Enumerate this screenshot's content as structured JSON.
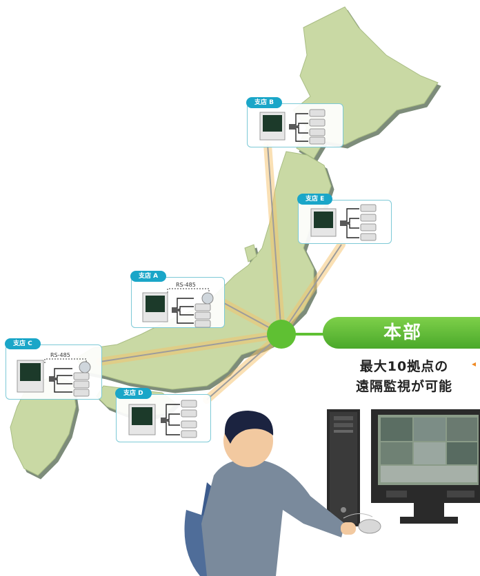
{
  "headquarters": {
    "label": "本部",
    "caption_line1": "最大10拠点の",
    "caption_line2": "遠隔監視が可能"
  },
  "branches": {
    "a": {
      "label": "支店 A",
      "rs_label": "RS-485"
    },
    "b": {
      "label": "支店 B"
    },
    "c": {
      "label": "支店 C",
      "rs_label": "RS-485"
    },
    "d": {
      "label": "支店 D"
    },
    "e": {
      "label": "支店 E"
    }
  },
  "colors": {
    "map_land": "#c9d9a4",
    "link_glow": "#f6c26a",
    "hub": "#5fc033",
    "branch_tag": "#1aa6c8",
    "branch_border": "#7cc9d6"
  },
  "icons": [
    "dvr-recorder-icon",
    "camera-icon",
    "dome-camera-icon",
    "monitor-icon",
    "pc-tower-icon",
    "operator-icon",
    "mouse-icon"
  ]
}
